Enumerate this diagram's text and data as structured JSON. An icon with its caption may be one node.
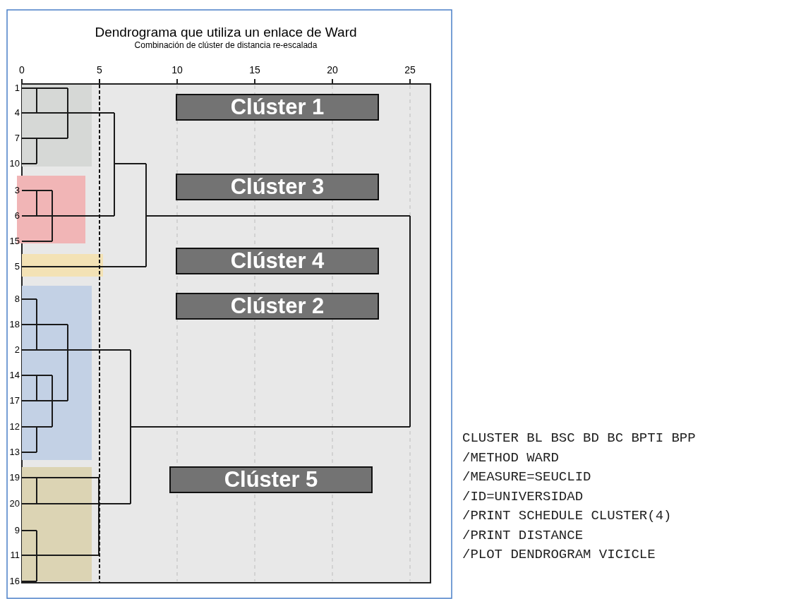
{
  "diagram": {
    "title": "Dendrograma que utiliza un enlace de Ward",
    "nodes": [
      {
        "text": [
          "Clúster 1"
        ]
      },
      {
        "text": [
          "Clúster 3"
        ]
      },
      {
        "text": [
          "Clúster 4"
        ]
      },
      {
        "text": [
          "Clúster 2"
        ]
      },
      {
        "text": [
          "Clúster 5"
        ]
      }
    ],
    "edges": [],
    "labels": [
      "Combinación de clúster de distancia re-escalada",
      "0",
      "5",
      "10",
      "15",
      "20",
      "25",
      "1",
      "4",
      "7",
      "10",
      "3",
      "6",
      "15",
      "5",
      "8",
      "18",
      "2",
      "14",
      "17",
      "12",
      "13",
      "19",
      "20",
      "9",
      "11",
      "16",
      "CLUSTER BL BSC BD BC BPTI BPP",
      "/METHOD WARD",
      "/MEASURE=SEUCLID",
      "/ID=UNIVERSIDAD",
      "/PRINT SCHEDULE CLUSTER(4)",
      "/PRINT DISTANCE",
      "/PLOT DENDROGRAM VICICLE"
    ]
  }
}
